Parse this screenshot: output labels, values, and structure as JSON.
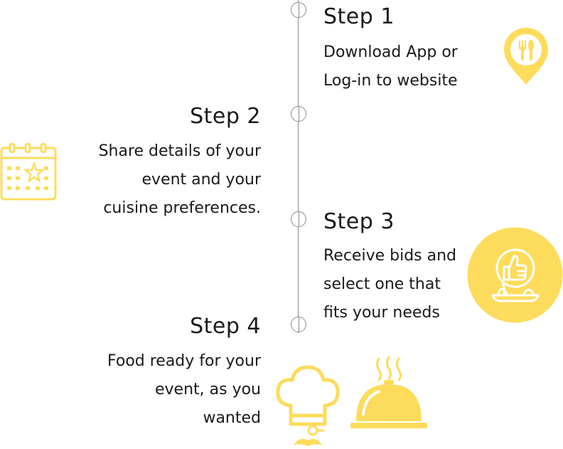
{
  "colors": {
    "accent": "#fddc5c",
    "timeline": "#8c8c8c",
    "text": "#1a1a1a"
  },
  "steps": [
    {
      "title": "Step 1",
      "lines": [
        "Download App or",
        "Log-in to website"
      ],
      "icon": "map-pin-fork-knife-icon"
    },
    {
      "title": "Step 2",
      "lines": [
        "Share details of your",
        "event and your",
        "cuisine preferences."
      ],
      "icon": "calendar-star-icon"
    },
    {
      "title": "Step 3",
      "lines": [
        "Receive bids and",
        "select one that",
        "fits your needs"
      ],
      "icon": "thumbs-up-dish-icon"
    },
    {
      "title": "Step 4",
      "lines": [
        "Food ready for your",
        "event, as you",
        "wanted"
      ],
      "icon": "chef-cloche-icon"
    }
  ]
}
